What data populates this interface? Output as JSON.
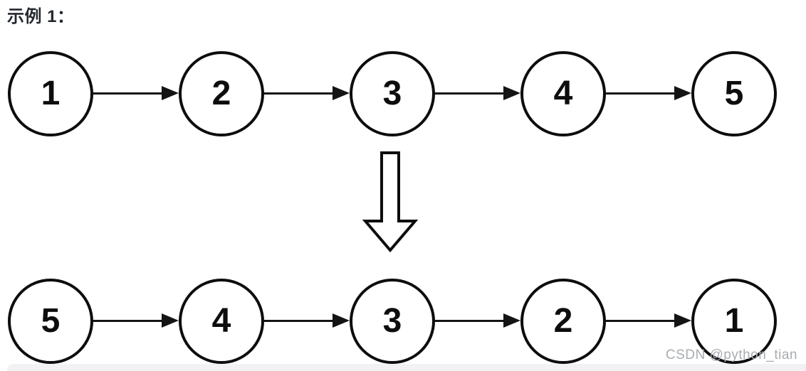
{
  "heading": {
    "text": "示例 1："
  },
  "lists": {
    "top": {
      "name": "original-list",
      "nodes": [
        "1",
        "2",
        "3",
        "4",
        "5"
      ]
    },
    "bottom": {
      "name": "reversed-list",
      "nodes": [
        "5",
        "4",
        "3",
        "2",
        "1"
      ]
    }
  },
  "transform": {
    "icon": "down-arrow"
  },
  "watermark": {
    "text": "CSDN @python_tian"
  },
  "colors": {
    "background": "#ffffff",
    "heading_text": "#25292f",
    "node_stroke": "#0d0d0d",
    "node_fill": "#ffffff",
    "node_text": "#0d0d0d",
    "arrow": "#141414",
    "watermark_text": "#a9acb1",
    "code_block_bar": "#f2f2f4"
  }
}
